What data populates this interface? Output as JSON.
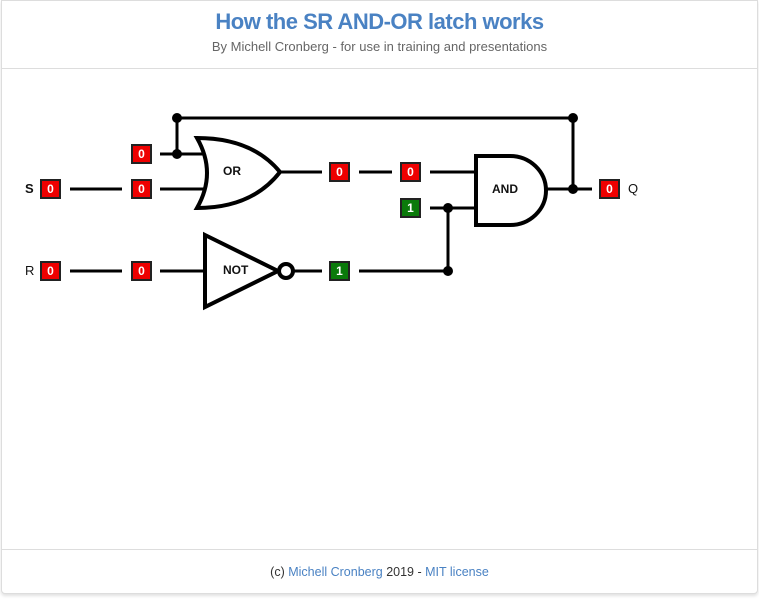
{
  "header": {
    "title": "How the SR AND-OR latch works",
    "subtitle": "By Michell Cronberg - for use in training and presentations"
  },
  "diagram": {
    "gates": {
      "or": "OR",
      "not": "NOT",
      "and": "AND"
    },
    "signals": {
      "s_label": "S",
      "r_label": "R",
      "q_label": "Q",
      "s_in": "0",
      "s_to_or": "0",
      "q_feedback_to_or": "0",
      "r_in": "0",
      "r_to_not": "0",
      "not_out": "1",
      "or_out": "0",
      "and_in_a": "0",
      "and_in_b": "1",
      "q_out": "0"
    },
    "colors": {
      "zero": "#ee0000",
      "one": "#0a7a0a"
    }
  },
  "footer": {
    "prefix": "(c)",
    "author_link": "Michell Cronberg",
    "year_text": "2019 -",
    "license_link": "MIT license"
  }
}
